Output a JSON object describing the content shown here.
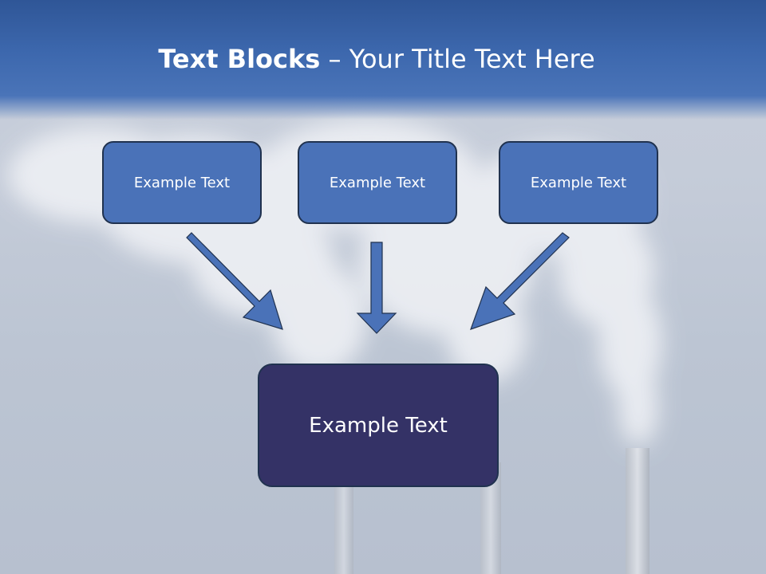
{
  "title": {
    "bold": "Text Blocks",
    "separator": " – ",
    "rest": "Your Title Text Here"
  },
  "boxes": [
    {
      "label": "Example Text"
    },
    {
      "label": "Example Text"
    },
    {
      "label": "Example Text"
    }
  ],
  "result_box": {
    "label": "Example Text"
  },
  "colors": {
    "title_bar": "#3d68ae",
    "box_fill": "#4a72b8",
    "result_fill": "#343266",
    "arrow_fill": "#4a72b8",
    "border": "#20324f"
  }
}
